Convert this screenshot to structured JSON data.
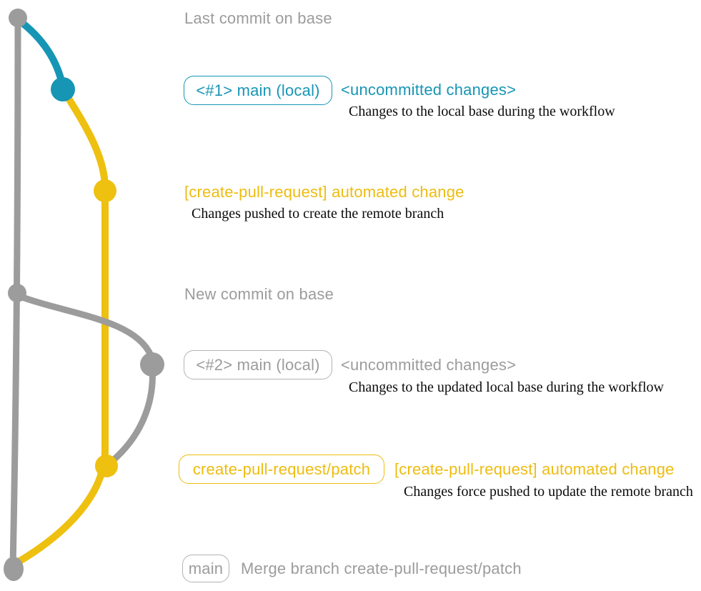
{
  "colors": {
    "base_gray": "#9c9c9c",
    "branch_teal": "#1795b5",
    "branch_yellow": "#eec010",
    "detail_text": "#0b0b0b",
    "background": "#ffffff"
  },
  "annotations": {
    "last_commit_label": "Last commit on base",
    "new_commit_label": "New commit on base",
    "row1": {
      "badge": "<#1> main (local)",
      "note": "<uncommitted changes>",
      "detail": "Changes to the local base during the workflow"
    },
    "row2": {
      "title": "[create-pull-request] automated change",
      "detail": "Changes pushed to create the remote branch"
    },
    "row3": {
      "badge": "<#2> main (local)",
      "note": "<uncommitted changes>",
      "detail": "Changes to the updated local base during the workflow"
    },
    "row4": {
      "badge": "create-pull-request/patch",
      "title": "[create-pull-request] automated change",
      "detail": "Changes force pushed to update the remote branch"
    },
    "row5": {
      "badge": "main",
      "title": "Merge branch create-pull-request/patch"
    }
  }
}
